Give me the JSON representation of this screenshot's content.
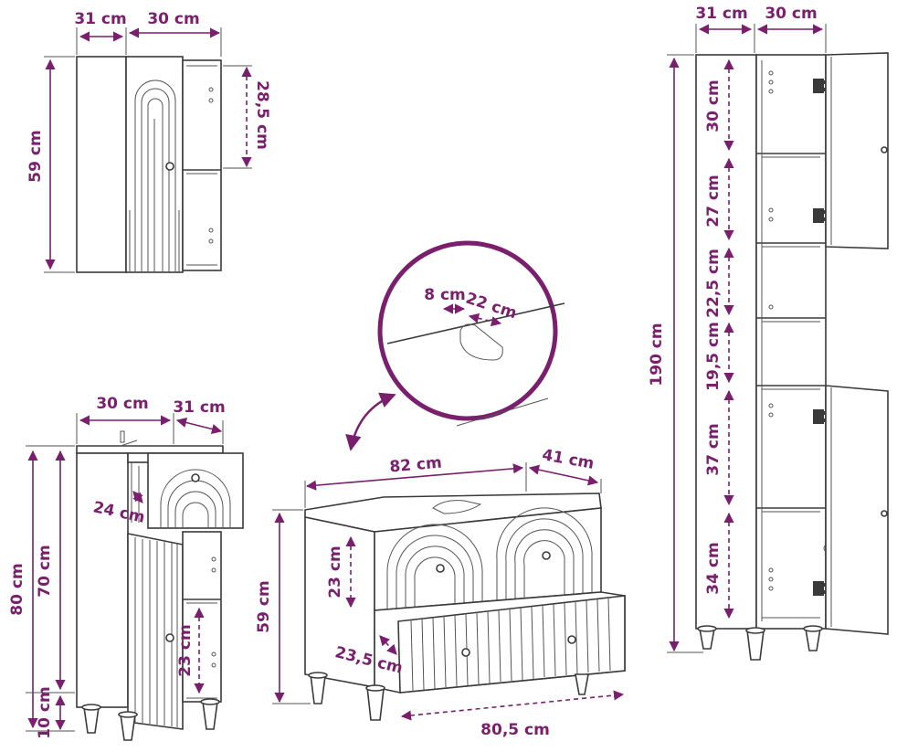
{
  "colors": {
    "accent": "#7a1f6e",
    "line": "#3a3a3a",
    "background": "#ffffff"
  },
  "wall_cabinet": {
    "depth": "31 cm",
    "width": "30 cm",
    "height": "59 cm",
    "shelf": "28,5 cm"
  },
  "side_cabinet": {
    "width": "30 cm",
    "depth": "31 cm",
    "total_height": "80 cm",
    "body_height": "70 cm",
    "drawer": "24 cm",
    "shelf": "23 cm",
    "legs": "10 cm"
  },
  "detail": {
    "notch_width": "8 cm",
    "notch_depth": "22 cm"
  },
  "vanity": {
    "width": "82 cm",
    "depth": "41 cm",
    "height": "59 cm",
    "drawer_height": "23 cm",
    "drawer_depth": "23,5 cm",
    "drawer_width": "80,5 cm"
  },
  "tall_cabinet": {
    "depth": "31 cm",
    "width": "30 cm",
    "height": "190 cm",
    "shelf_1": "30 cm",
    "shelf_2": "27 cm",
    "shelf_3": "22,5 cm",
    "shelf_4": "19,5 cm",
    "shelf_5": "37 cm",
    "shelf_6": "34 cm"
  }
}
